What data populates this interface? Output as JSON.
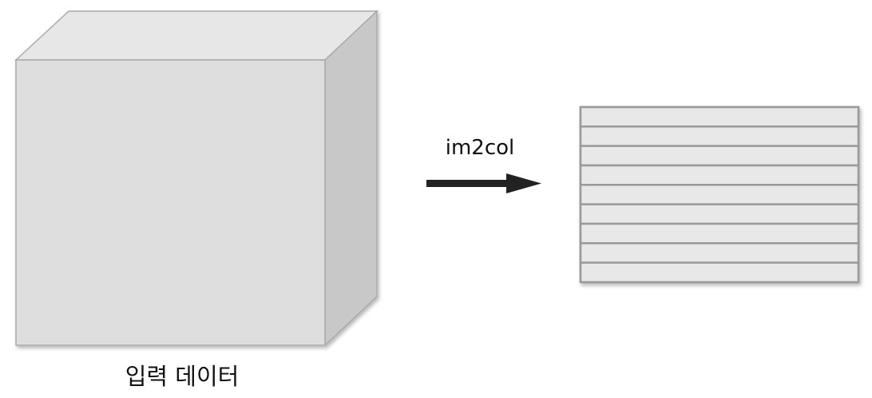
{
  "diagram": {
    "input_label": "입력 데이터",
    "arrow_label": "im2col",
    "output_row_count": 9
  },
  "colors": {
    "cube_front": "#dedede",
    "cube_top": "#e7e7e7",
    "cube_side": "#c8c8c8",
    "cube_edge": "#a9a9a9",
    "row_fill": "#e8e8e8",
    "row_line": "#9a9a9a",
    "arrow": "#222222"
  }
}
